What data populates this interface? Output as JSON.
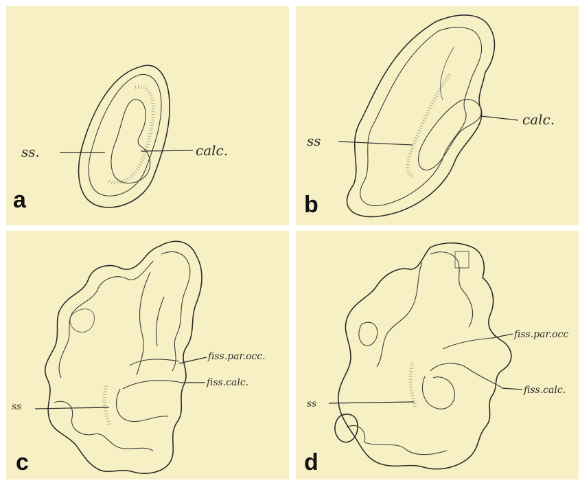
{
  "panels": {
    "a": {
      "letter": "a",
      "labels": {
        "ss": "ss.",
        "calc": "calc."
      }
    },
    "b": {
      "letter": "b",
      "labels": {
        "ss": "ss",
        "calc": "calc."
      }
    },
    "c": {
      "letter": "c",
      "labels": {
        "ss": "ss",
        "fiss_par_occ": "fiss.par.occ.",
        "fiss_calc": "fiss.calc."
      }
    },
    "d": {
      "letter": "d",
      "labels": {
        "ss": "ss",
        "fiss_par_occ": "fiss.par.occ",
        "fiss_calc": "fiss.calc."
      }
    }
  },
  "colors": {
    "background": "#f7f0c4",
    "ink": "#2b2b2b"
  }
}
